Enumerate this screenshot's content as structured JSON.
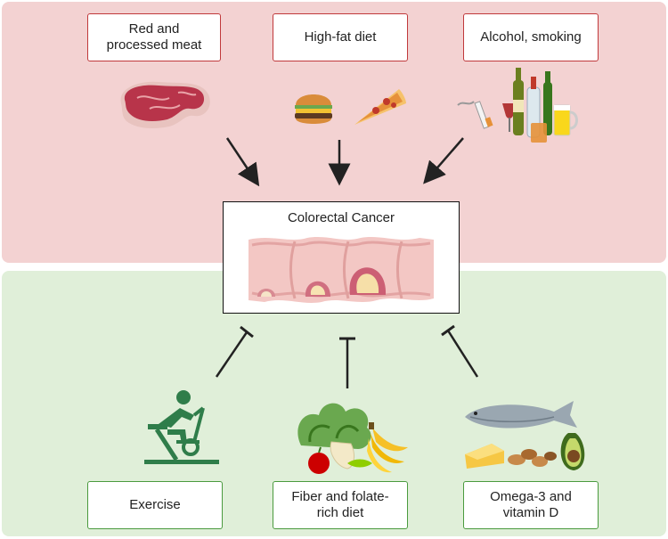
{
  "risk_factors": [
    {
      "label": "Red and\nprocessed meat",
      "icon": "steak-icon"
    },
    {
      "label": "High-fat diet",
      "icon": "burger-pizza-icon"
    },
    {
      "label": "Alcohol, smoking",
      "icon": "alcohol-cigarette-icon"
    }
  ],
  "center": {
    "label": "Colorectal Cancer",
    "icon": "colon-tumor-icon"
  },
  "protective_factors": [
    {
      "label": "Exercise",
      "icon": "stationary-bike-icon"
    },
    {
      "label": "Fiber and folate-\nrich diet",
      "icon": "vegetables-fruit-icon"
    },
    {
      "label": "Omega-3 and\nvitamin D",
      "icon": "fish-nuts-avocado-icon"
    }
  ],
  "colors": {
    "risk_panel": "#f3d2d2",
    "protect_panel": "#e0efd9",
    "risk_border": "#c0393b",
    "protect_border": "#4a9a3e",
    "arrow": "#222222"
  }
}
